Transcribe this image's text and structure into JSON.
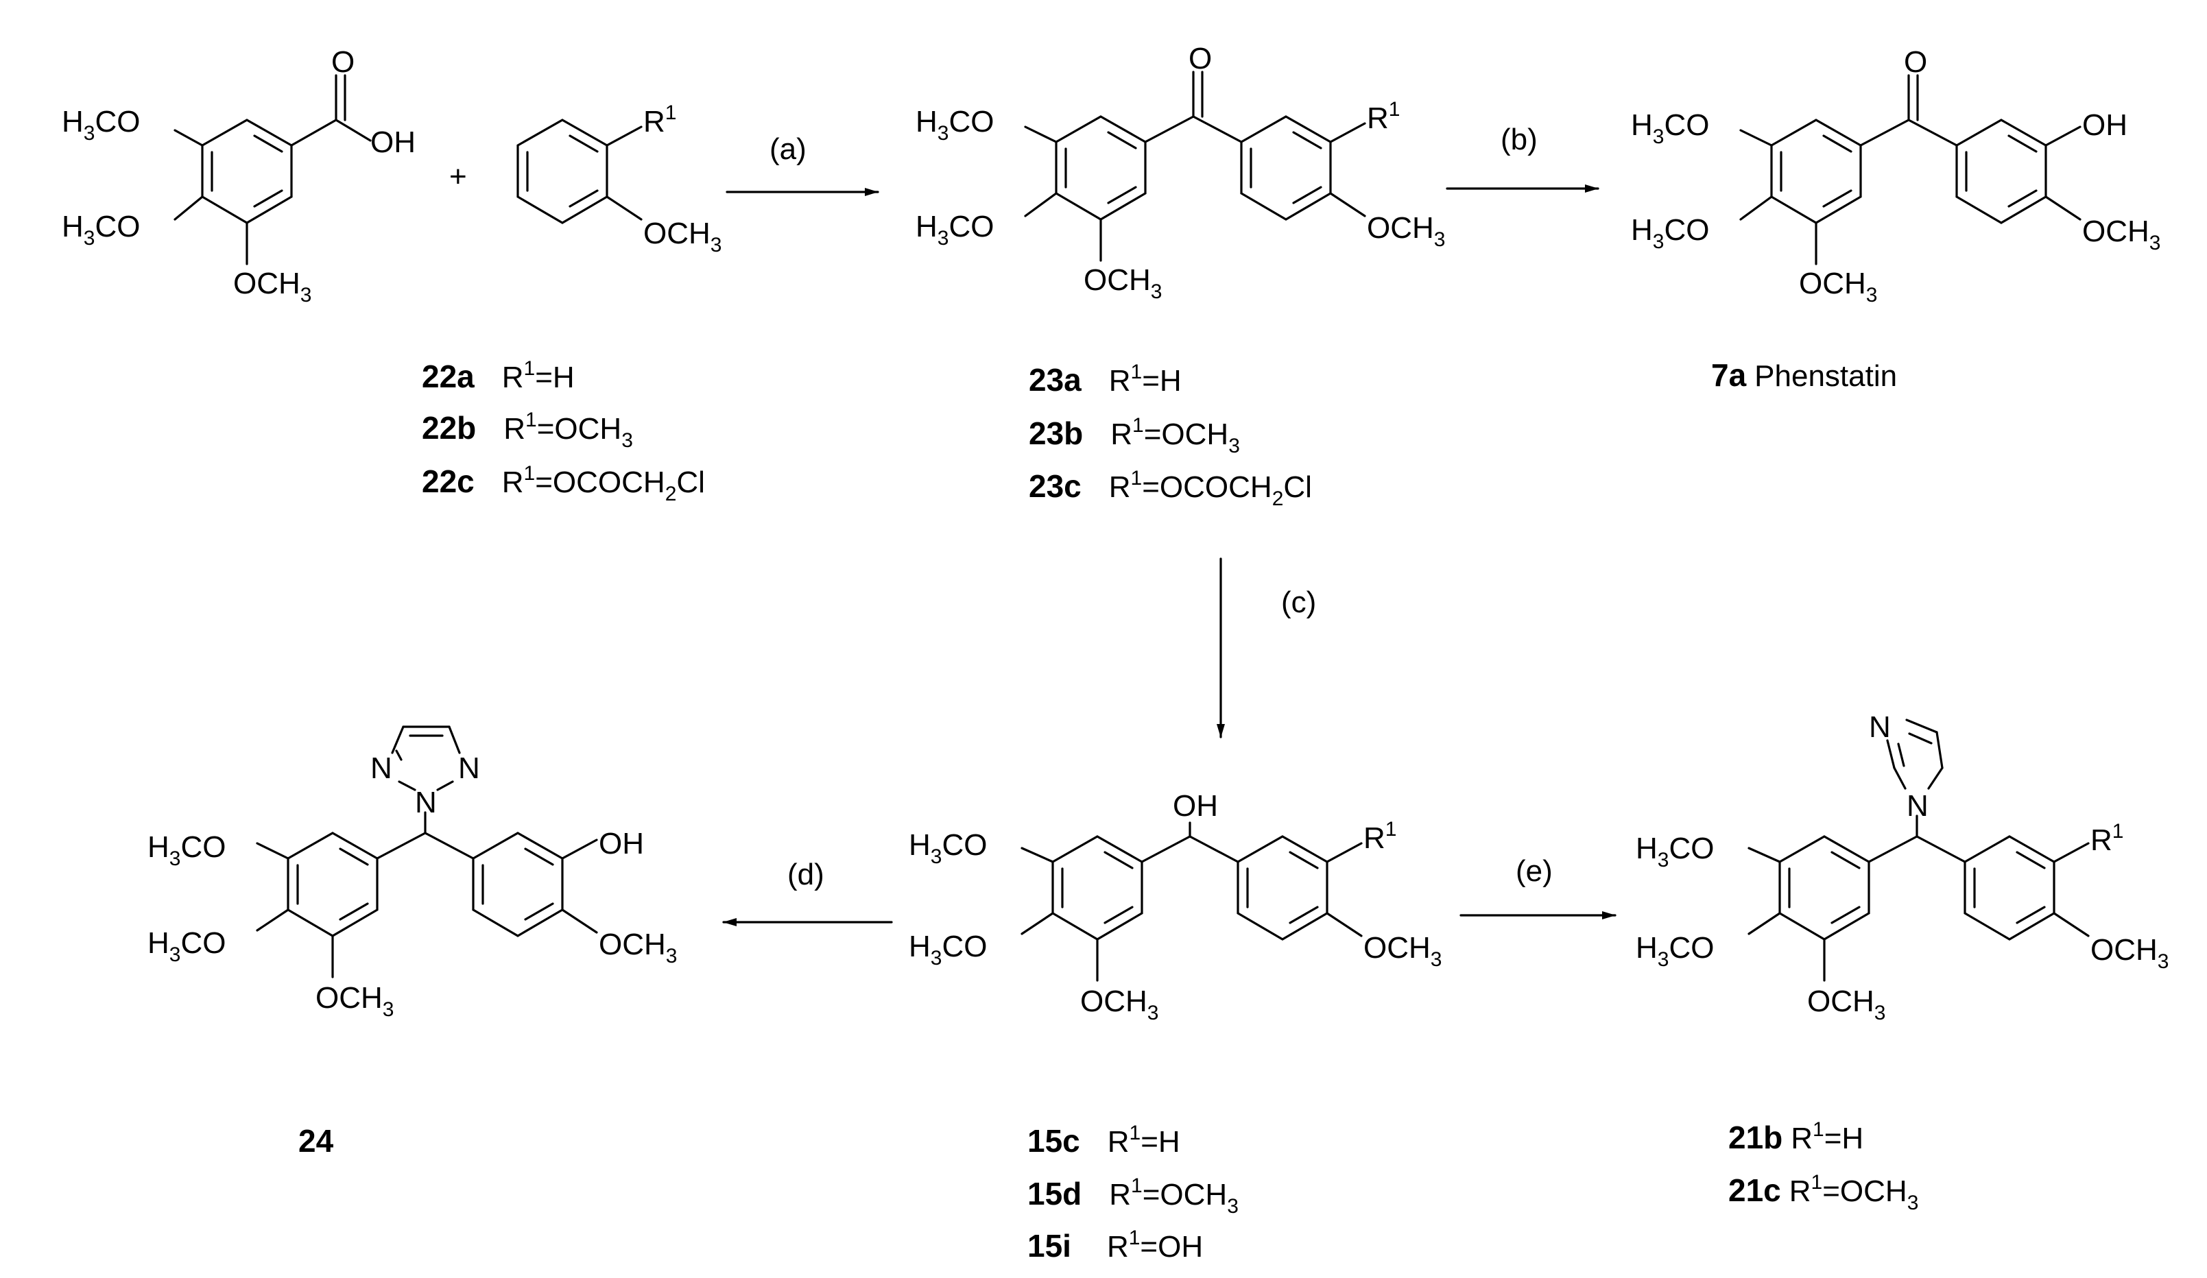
{
  "scheme": {
    "arrows": [
      {
        "id": "a",
        "label": "(a)"
      },
      {
        "id": "b",
        "label": "(b)"
      },
      {
        "id": "c",
        "label": "(c)"
      },
      {
        "id": "d",
        "label": "(d)"
      },
      {
        "id": "e",
        "label": "(e)"
      }
    ],
    "plus": "+",
    "acid": {
      "oh": "OH",
      "o": "O"
    },
    "compounds": {
      "c22": [
        {
          "id": "22a",
          "r": "R",
          "sup": "1",
          "eq": "=H"
        },
        {
          "id": "22b",
          "r": "R",
          "sup": "1",
          "eq": "=OCH",
          "sub": "3"
        },
        {
          "id": "22c",
          "r": "R",
          "sup": "1",
          "eq": "=OCOCH",
          "sub": "2",
          "tail": "Cl"
        }
      ],
      "c23": [
        {
          "id": "23a",
          "r": "R",
          "sup": "1",
          "eq": "=H"
        },
        {
          "id": "23b",
          "r": "R",
          "sup": "1",
          "eq": "=OCH",
          "sub": "3"
        },
        {
          "id": "23c",
          "r": "R",
          "sup": "1",
          "eq": "=OCOCH",
          "sub": "2",
          "tail": "Cl"
        }
      ],
      "c7a": {
        "id": "7a",
        "name": "Phenstatin"
      },
      "c15": [
        {
          "id": "15c",
          "r": "R",
          "sup": "1",
          "eq": "=H"
        },
        {
          "id": "15d",
          "r": "R",
          "sup": "1",
          "eq": "=OCH",
          "sub": "3"
        },
        {
          "id": "15i",
          "r": "R",
          "sup": "1",
          "eq": "=OH"
        }
      ],
      "c21": [
        {
          "id": "21b",
          "r": "R",
          "sup": "1",
          "eq": "=H"
        },
        {
          "id": "21c",
          "r": "R",
          "sup": "1",
          "eq": "=OCH",
          "sub": "3"
        }
      ],
      "c24": {
        "id": "24"
      }
    },
    "atoms": {
      "h3co_h": "H",
      "h3co_3": "3",
      "h3co_co": "CO",
      "och3_o": "OCH",
      "och3_3": "3",
      "oh": "OH",
      "o": "O",
      "n": "N",
      "r": "R",
      "r_sup": "1"
    }
  }
}
